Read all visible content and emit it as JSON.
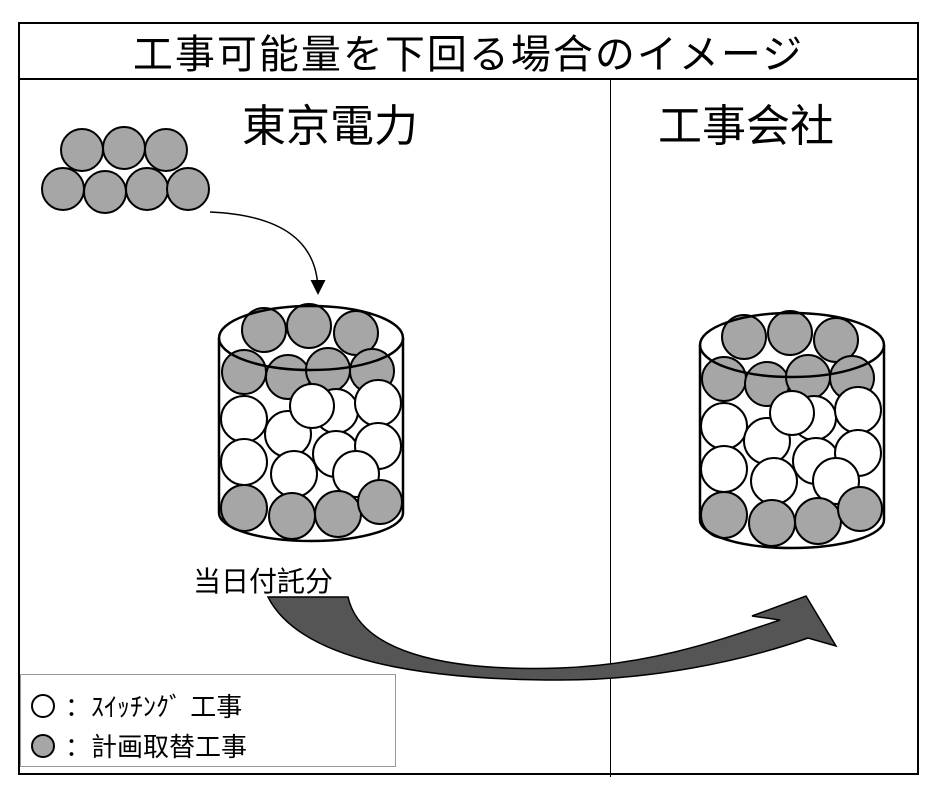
{
  "title": "工事可能量を下回る場合のイメージ",
  "columns": {
    "left": "東京電力",
    "right": "工事会社"
  },
  "caption": "当日付託分",
  "legend": {
    "white": "：ｽｲｯﾁﾝｸﾞ 工事",
    "gray": "：計画取替工事"
  },
  "colors": {
    "gray_ball": "#a6a6a6",
    "white_ball": "#ffffff",
    "arrow": "#555555"
  }
}
